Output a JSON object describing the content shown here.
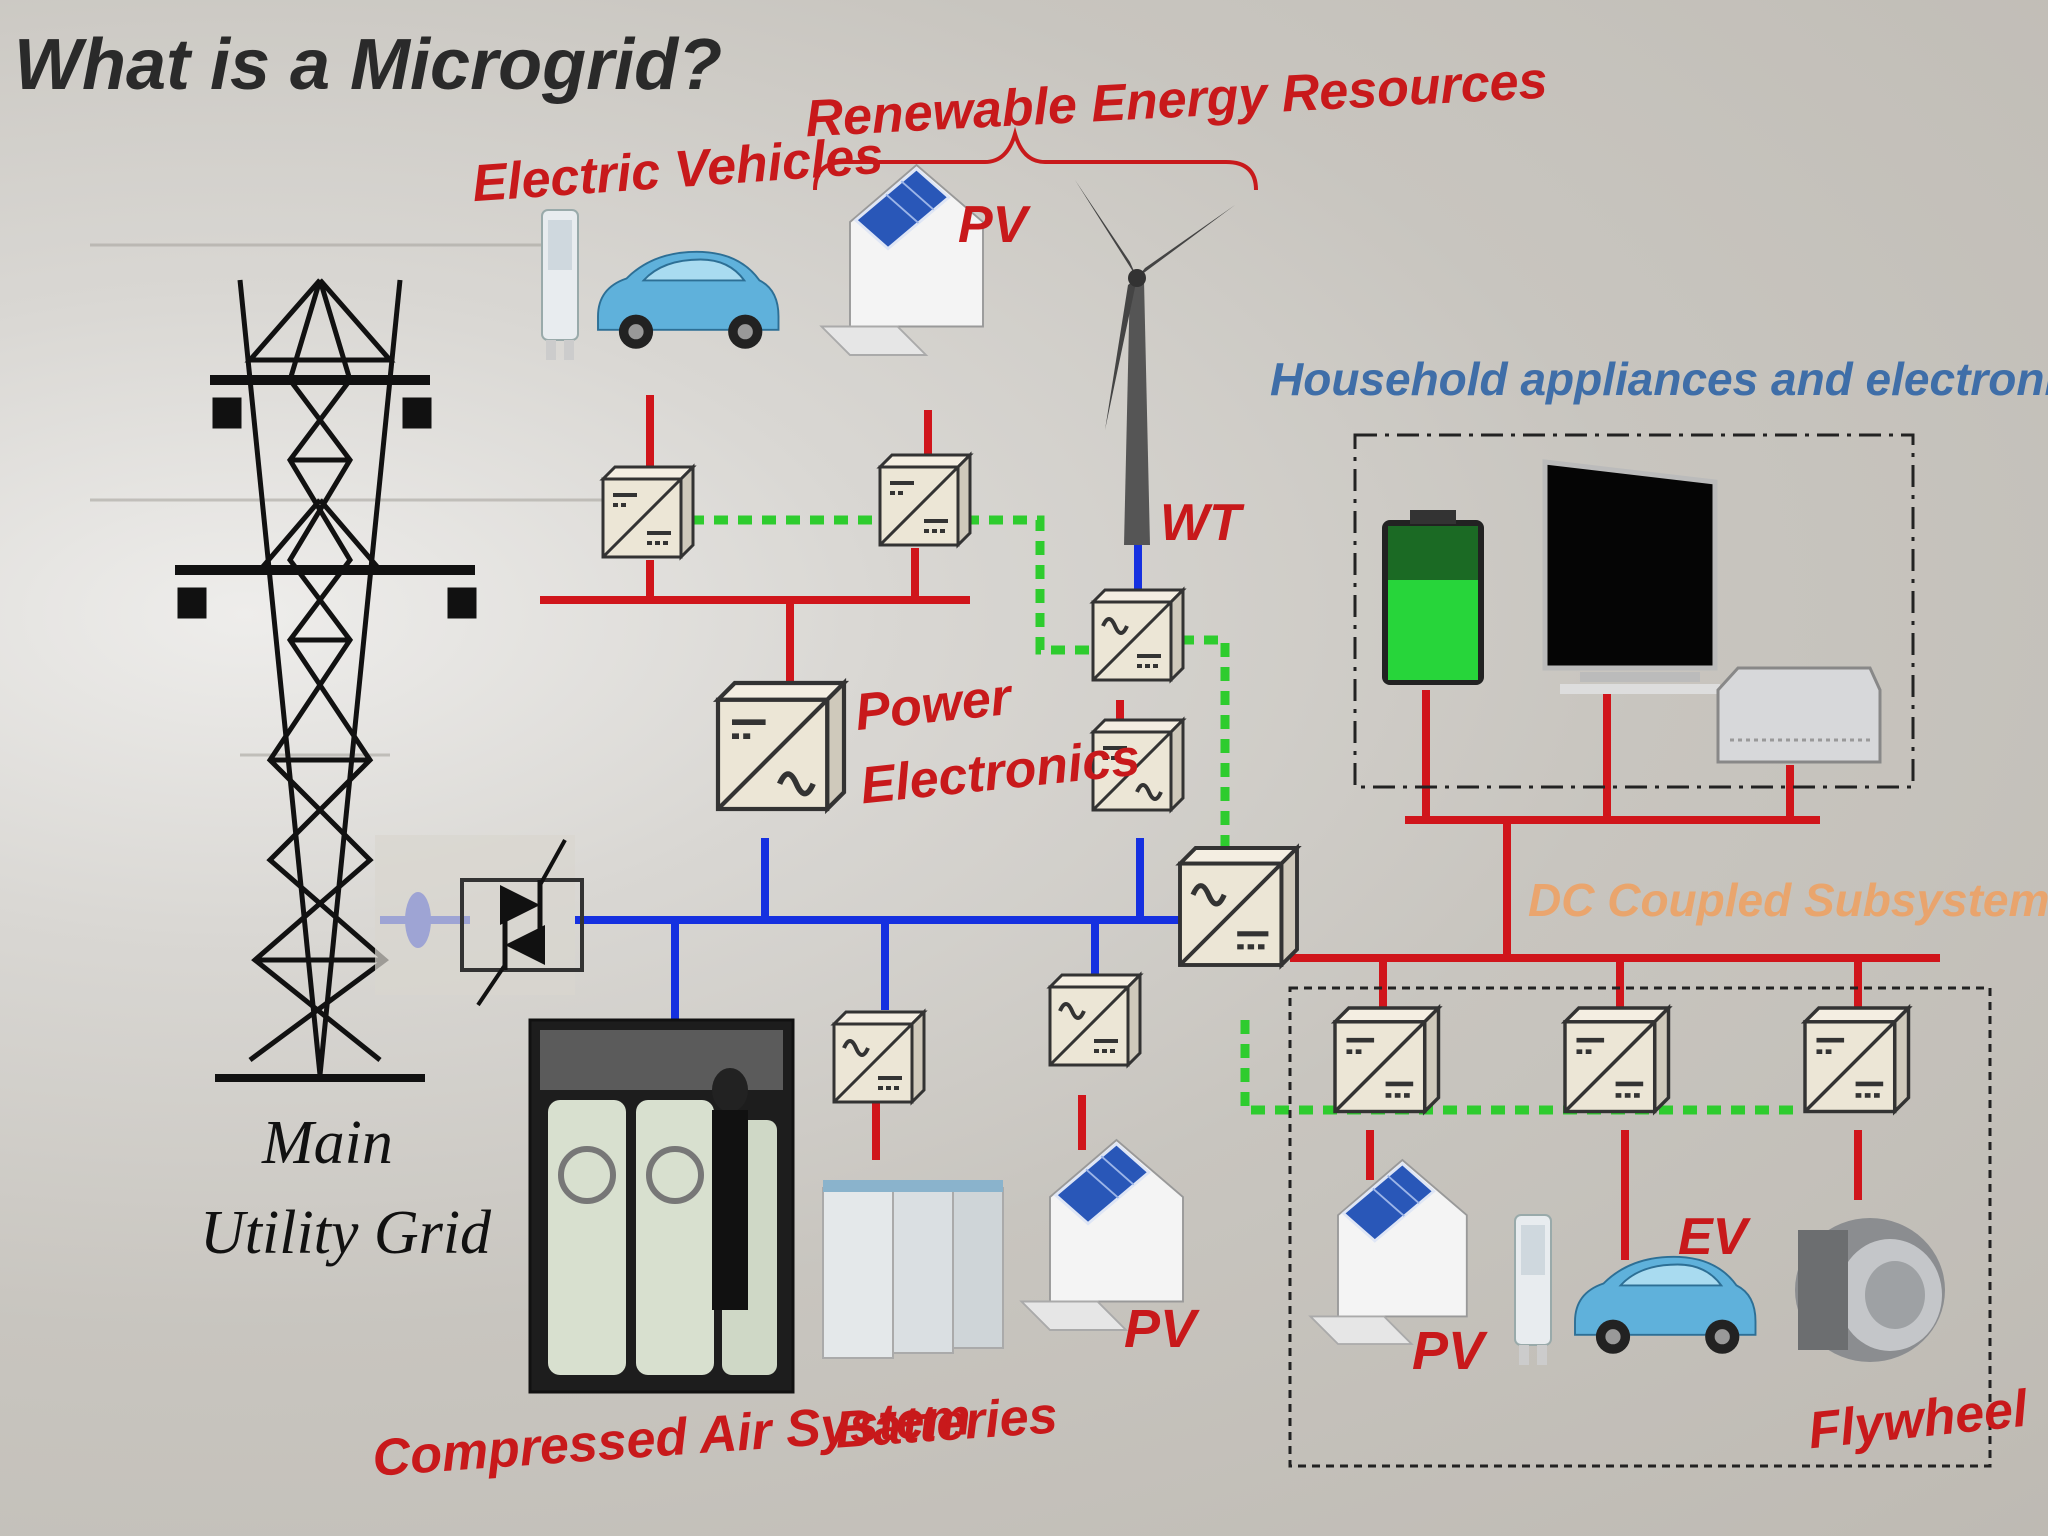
{
  "title": "What is a Microgrid?",
  "labels": {
    "renewable": "Renewable Energy Resources",
    "ev_top": "Electric Vehicles",
    "pv_top": "PV",
    "wt": "WT",
    "household": "Household appliances and electronics",
    "power_electronics_1": "Power",
    "power_electronics_2": "Electronics",
    "dc_coupled": "DC Coupled Subsystem",
    "main_grid_1": "Main",
    "main_grid_2": "Utility Grid",
    "compressed_air": "Compressed Air System",
    "batteries": "Batteries",
    "pv_mid": "PV",
    "pv_bottom": "PV",
    "ev_bottom": "EV",
    "flywheel": "Flywheel"
  },
  "colors": {
    "ac_bus": "#1530e0",
    "dc_bus": "#d0151b",
    "comm_link": "#2ecc2e",
    "label_red": "#c8191b",
    "label_blue": "#3f6ea8",
    "label_orange": "#f0a060"
  },
  "icons": [
    "transmission-tower-icon",
    "thyristor-switch-icon",
    "ev-charger-icon",
    "electric-car-icon",
    "house-pv-icon",
    "wind-turbine-icon",
    "converter-icon",
    "battery-icon",
    "tv-icon",
    "router-icon",
    "compressed-air-icon",
    "flywheel-icon"
  ]
}
